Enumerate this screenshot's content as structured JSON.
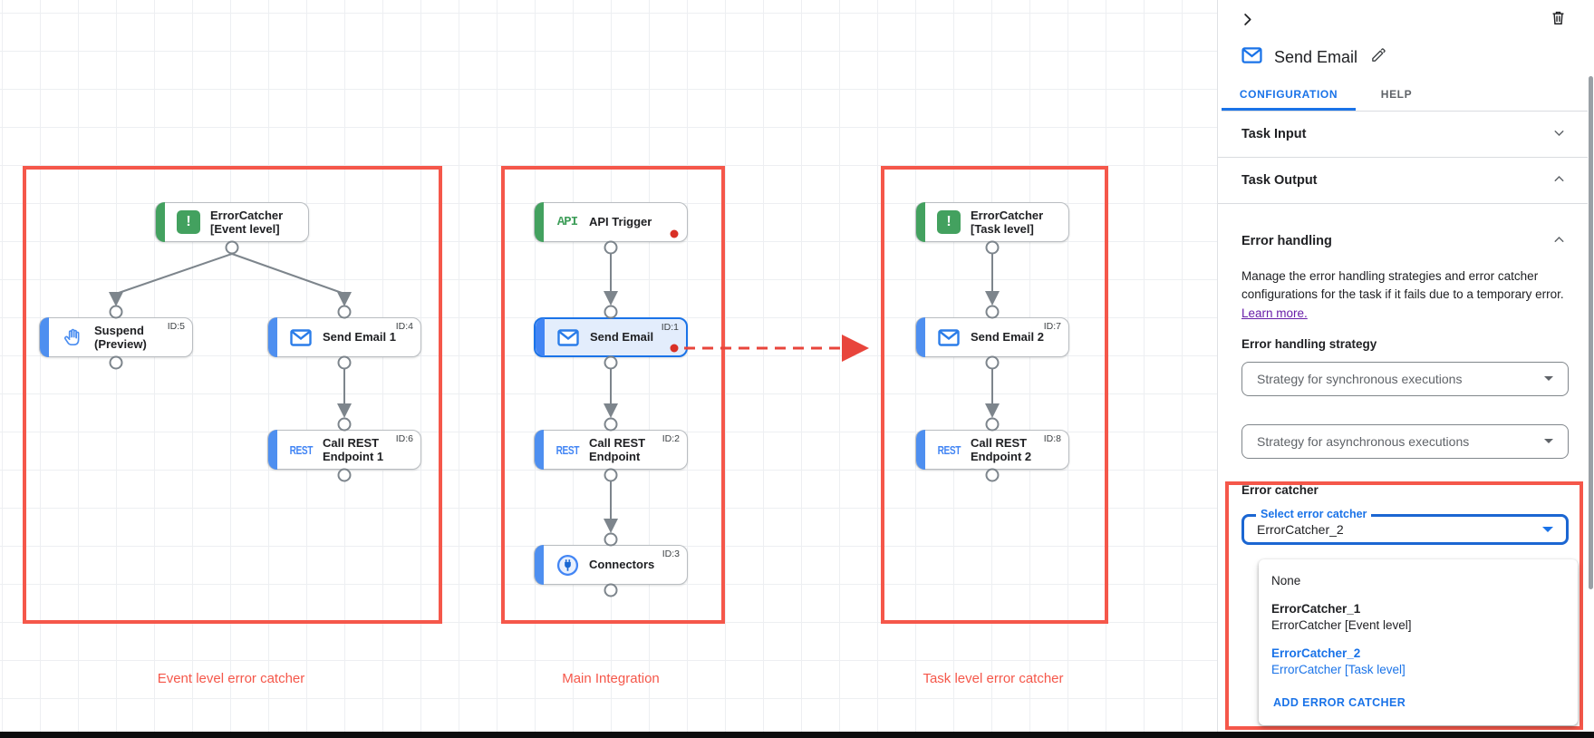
{
  "canvas": {
    "groups": [
      {
        "label": "Event level error catcher"
      },
      {
        "label": "Main Integration"
      },
      {
        "label": "Task level error catcher"
      }
    ],
    "nodes": [
      {
        "icon": "error-catcher-icon",
        "line1": "ErrorCatcher",
        "line2": "[Event level]"
      },
      {
        "icon": "hand-suspend-icon",
        "line1": "Suspend",
        "line2": "(Preview)",
        "id": "ID:5"
      },
      {
        "icon": "mail-icon",
        "line1": "Send Email 1",
        "id": "ID:4"
      },
      {
        "icon": "rest-icon",
        "line1": "Call REST",
        "line2": "Endpoint 1",
        "id": "ID:6"
      },
      {
        "icon": "api-trigger-icon",
        "line1": "API Trigger"
      },
      {
        "icon": "mail-icon",
        "line1": "Send Email",
        "id": "ID:1"
      },
      {
        "icon": "rest-icon",
        "line1": "Call REST",
        "line2": "Endpoint",
        "id": "ID:2"
      },
      {
        "icon": "connectors-icon",
        "line1": "Connectors",
        "id": "ID:3"
      },
      {
        "icon": "error-catcher-icon",
        "line1": "ErrorCatcher",
        "line2": "[Task level]"
      },
      {
        "icon": "mail-icon",
        "line1": "Send Email 2",
        "id": "ID:7"
      },
      {
        "icon": "rest-icon",
        "line1": "Call REST",
        "line2": "Endpoint 2",
        "id": "ID:8"
      }
    ]
  },
  "panel": {
    "title": "Send Email",
    "title_icon": "mail-icon",
    "header_icons": [
      "collapse-right-icon",
      "trash-icon",
      "edit-pencil-icon"
    ],
    "tabs": {
      "configuration": "CONFIGURATION",
      "help": "HELP"
    },
    "sections": {
      "task_input": "Task Input",
      "task_output": "Task Output",
      "error_handling": "Error handling"
    },
    "error_handling": {
      "description": "Manage the error handling strategies and error catcher configurations for the task if it fails due to a temporary error.",
      "learn_more": "Learn more.",
      "strategy_label": "Error handling strategy",
      "sync_select_value": "Strategy for synchronous executions",
      "async_select_value": "Strategy for asynchronous executions",
      "error_catcher_label": "Error catcher",
      "select_float_label": "Select error catcher",
      "select_value": "ErrorCatcher_2",
      "menu": {
        "none": "None",
        "options": [
          {
            "name": "ErrorCatcher_1",
            "desc": "ErrorCatcher [Event level]"
          },
          {
            "name": "ErrorCatcher_2",
            "desc": "ErrorCatcher [Task level]"
          }
        ],
        "add_label": "ADD ERROR CATCHER"
      }
    }
  },
  "colors": {
    "accent_blue": "#1a73e8",
    "node_bar_blue": "#4e8ff0",
    "node_green": "#43a15f",
    "annotation_red": "#f5574a",
    "dashed_arrow_red": "#e8453c",
    "error_dot_red": "#d93025",
    "connector_gray": "#7d858c",
    "link_purple": "#681da8"
  }
}
